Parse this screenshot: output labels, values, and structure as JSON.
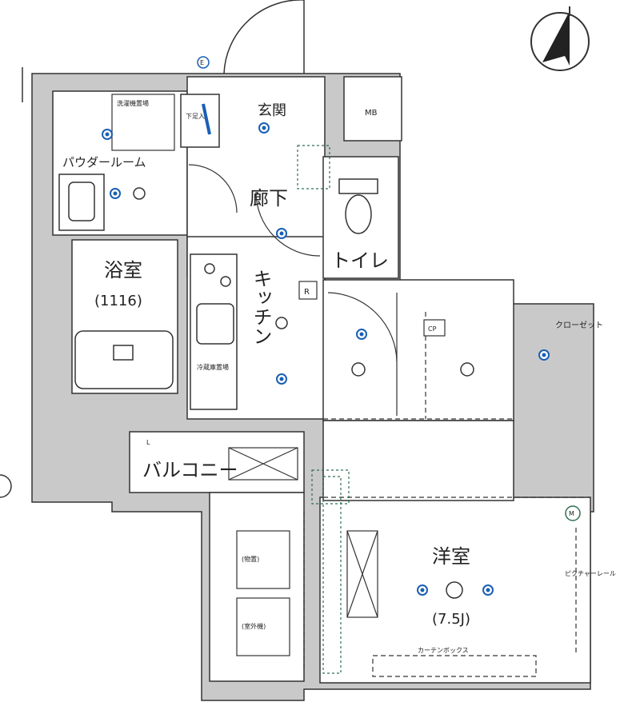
{
  "rooms": {
    "genkan": "玄関",
    "mb": "MB",
    "powder_room": "パウダールーム",
    "corridor": "廊下",
    "toilet": "トイレ",
    "bath": "浴室",
    "bath_size": "(1116)",
    "kitchen": "キッチン",
    "closet": "クローゼット",
    "balcony": "バルコニー",
    "western_room": "洋室",
    "western_size": "(7.5J)"
  },
  "small_labels": {
    "shoe_box": "下足入",
    "laundry_pan": "洗濯機置場",
    "fridge": "冷蔵庫置場",
    "outdoor_unit_1": "(物置)",
    "outdoor_unit_2": "(室外機)",
    "curtain_box": "カーテンボックス",
    "picture_rail": "ピクチャーレール",
    "r_mark": "R",
    "cp_mark": "CP",
    "m_mark": "M",
    "l_mark": "L",
    "e_mark": "E"
  },
  "colors": {
    "wall": "#c9c9c9",
    "line": "#222222",
    "accent": "#1a5fb4",
    "dashed": "#2f6f4f"
  },
  "icons": {
    "compass": "north-arrow-icon"
  }
}
